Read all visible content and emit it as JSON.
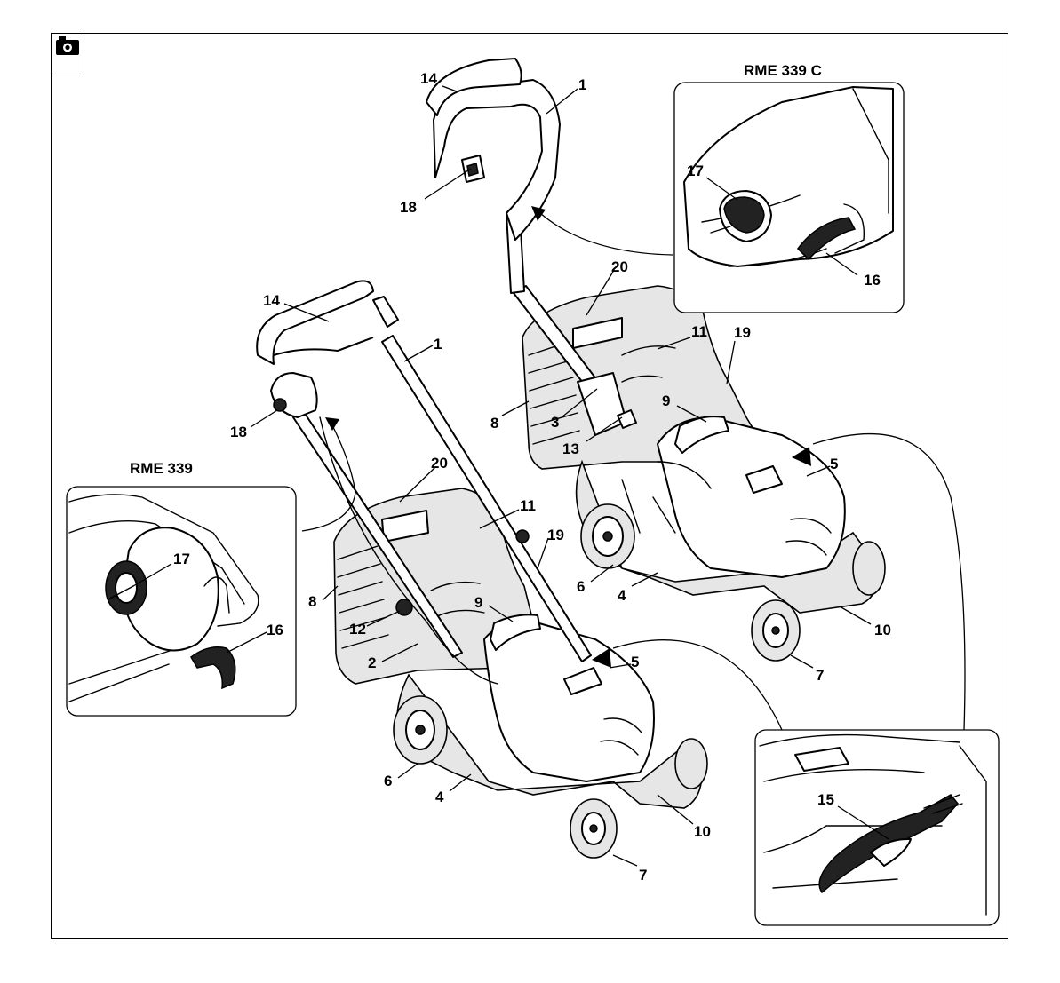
{
  "page_icon": "camera-icon",
  "inset_titles": {
    "rme339c": "RME 339 C",
    "rme339": "RME 339"
  },
  "callouts": {
    "upper": [
      "14",
      "1",
      "18",
      "20",
      "11",
      "19",
      "9",
      "8",
      "3",
      "13",
      "5",
      "6",
      "4",
      "10",
      "7"
    ],
    "lower": [
      "14",
      "1",
      "18",
      "20",
      "11",
      "19",
      "9",
      "8",
      "12",
      "2",
      "5",
      "6",
      "4",
      "10",
      "7"
    ],
    "inset_c": [
      "17",
      "16"
    ],
    "inset_339": [
      "17",
      "16"
    ],
    "inset_15": [
      "15"
    ]
  }
}
